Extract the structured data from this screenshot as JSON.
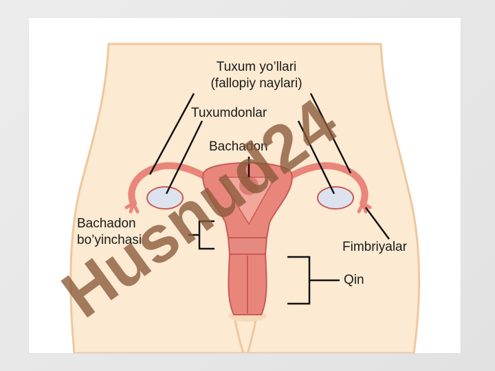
{
  "diagram": {
    "labels": {
      "fallopian_line1": "Tuxum yo’llari",
      "fallopian_line2": "(fallopiy naylari)",
      "ovaries": "Tuxumdonlar",
      "uterus": "Bachadon",
      "cervix_line1": "Bachadon",
      "cervix_line2": "bo’yinchasi",
      "fimbriae": "Fimbriyalar",
      "vagina": "Qin"
    },
    "colors": {
      "skin": "#fcead2",
      "skin_outline": "#efc79e",
      "organ": "#e9867b",
      "organ_dark": "#c95a55",
      "organ_light": "#f2a79c",
      "ovary": "#dde3ee",
      "pointer": "#111111"
    }
  },
  "watermark": {
    "text": "Husnud24",
    "colors": [
      "#8a8a8a",
      "#6b4a2a",
      "#b48ae6"
    ]
  }
}
